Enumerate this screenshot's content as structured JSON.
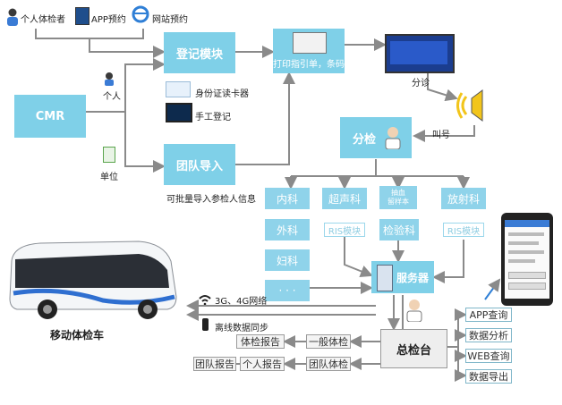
{
  "top_row": {
    "personal_checkup": "个人体检者",
    "app_booking": "APP预约",
    "web_booking": "网站预约"
  },
  "cmr": "CMR",
  "person_label": "个人",
  "unit_label": "单位",
  "register_module": "登记模块",
  "id_card_reader": "身份证读卡器",
  "manual_register": "手工登记",
  "team_import": "团队导入",
  "batch_import_note": "可批量导入参检人信息",
  "print_label": "打印指引单，条码",
  "triage_label": "分诊",
  "call_label": "叫号",
  "check_station": "分检",
  "departments": {
    "internal": "内科",
    "ultrasound": "超声科",
    "blood_sample": "抽血\n留样本",
    "radiology": "放射科",
    "surgery": "外科",
    "gynecology": "妇科",
    "more": "· · ·",
    "ris_module_1": "RIS模块",
    "lab": "检验科",
    "ris_module_2": "RIS模块"
  },
  "server": "服务器",
  "network_label": "3G、4G网络",
  "offline_sync": "离线数据同步",
  "mobile_bus": "移动体检车",
  "main_desk": "总检台",
  "reports": {
    "checkup_report": "体检报告",
    "general_checkup": "一般体检",
    "team_report": "团队报告",
    "personal_report": "个人报告",
    "team_checkup": "团队体检"
  },
  "right_functions": [
    "APP查询",
    "数据分析",
    "WEB查询",
    "数据导出"
  ],
  "colors": {
    "box_blue": "#7fd0e8",
    "arrow_gray": "#8a8a8a",
    "accent_blue": "#2f7fd6"
  }
}
